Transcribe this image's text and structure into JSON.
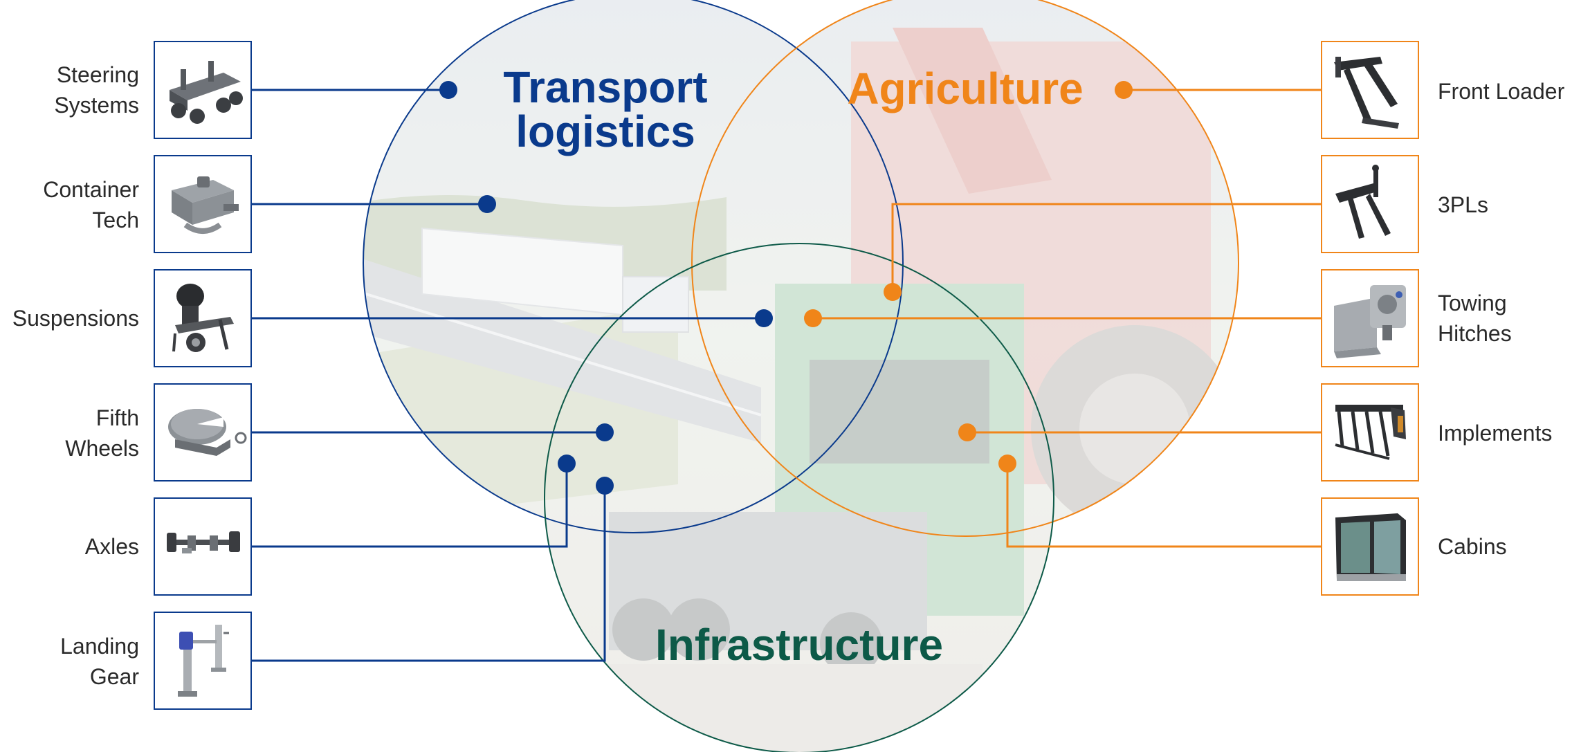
{
  "colors": {
    "transport": "#0a3a8c",
    "agriculture": "#f08519",
    "infrastructure": "#0d5a48"
  },
  "circles": {
    "transport": {
      "title_line1": "Transport",
      "title_line2": "logistics"
    },
    "agriculture": {
      "title": "Agriculture"
    },
    "infrastructure": {
      "title": "Infrastructure"
    }
  },
  "left_items": [
    {
      "line1": "Steering",
      "line2": "Systems",
      "icon": "steering-axle-icon"
    },
    {
      "line1": "Container",
      "line2": "Tech",
      "icon": "twistlock-icon"
    },
    {
      "line1": "Suspensions",
      "line2": "",
      "icon": "air-suspension-icon"
    },
    {
      "line1": "Fifth",
      "line2": "Wheels",
      "icon": "fifth-wheel-icon"
    },
    {
      "line1": "Axles",
      "line2": "",
      "icon": "axle-icon"
    },
    {
      "line1": "Landing",
      "line2": "Gear",
      "icon": "landing-gear-icon"
    }
  ],
  "right_items": [
    {
      "line1": "Front Loader",
      "line2": "",
      "icon": "front-loader-icon"
    },
    {
      "line1": "3PLs",
      "line2": "",
      "icon": "three-point-linkage-icon"
    },
    {
      "line1": "Towing",
      "line2": "Hitches",
      "icon": "towing-hitch-icon"
    },
    {
      "line1": "Implements",
      "line2": "",
      "icon": "grapple-implement-icon"
    },
    {
      "line1": "Cabins",
      "line2": "",
      "icon": "tractor-cabin-icon"
    }
  ]
}
